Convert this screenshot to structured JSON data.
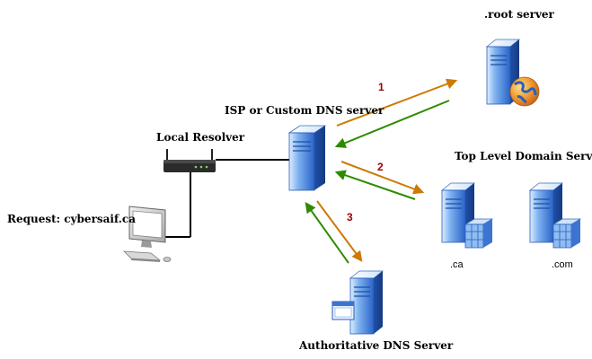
{
  "labels": {
    "root_server": ".root server",
    "isp_server": "ISP or Custom DNS server",
    "local_resolver": "Local Resolver",
    "request": "Request: cybersaif.ca",
    "tld_servers": "Top Level Domain Servers",
    "tld_ca": ".ca",
    "tld_com": ".com",
    "authoritative": "Authoritative DNS Server"
  },
  "steps": [
    "1",
    "2",
    "3"
  ],
  "colors": {
    "request_arrow": "#cc7a00",
    "response_arrow": "#2e8b00",
    "step_number": "#990000",
    "connection_line": "#000000",
    "server_blue": "#2f6fd6"
  },
  "icons": {
    "root_server": "server-globe-icon",
    "isp_server": "server-icon",
    "local_resolver": "router-icon",
    "client": "desktop-computer-icon",
    "tld_ca": "server-database-icon",
    "tld_com": "server-database-icon",
    "authoritative": "server-window-icon"
  }
}
